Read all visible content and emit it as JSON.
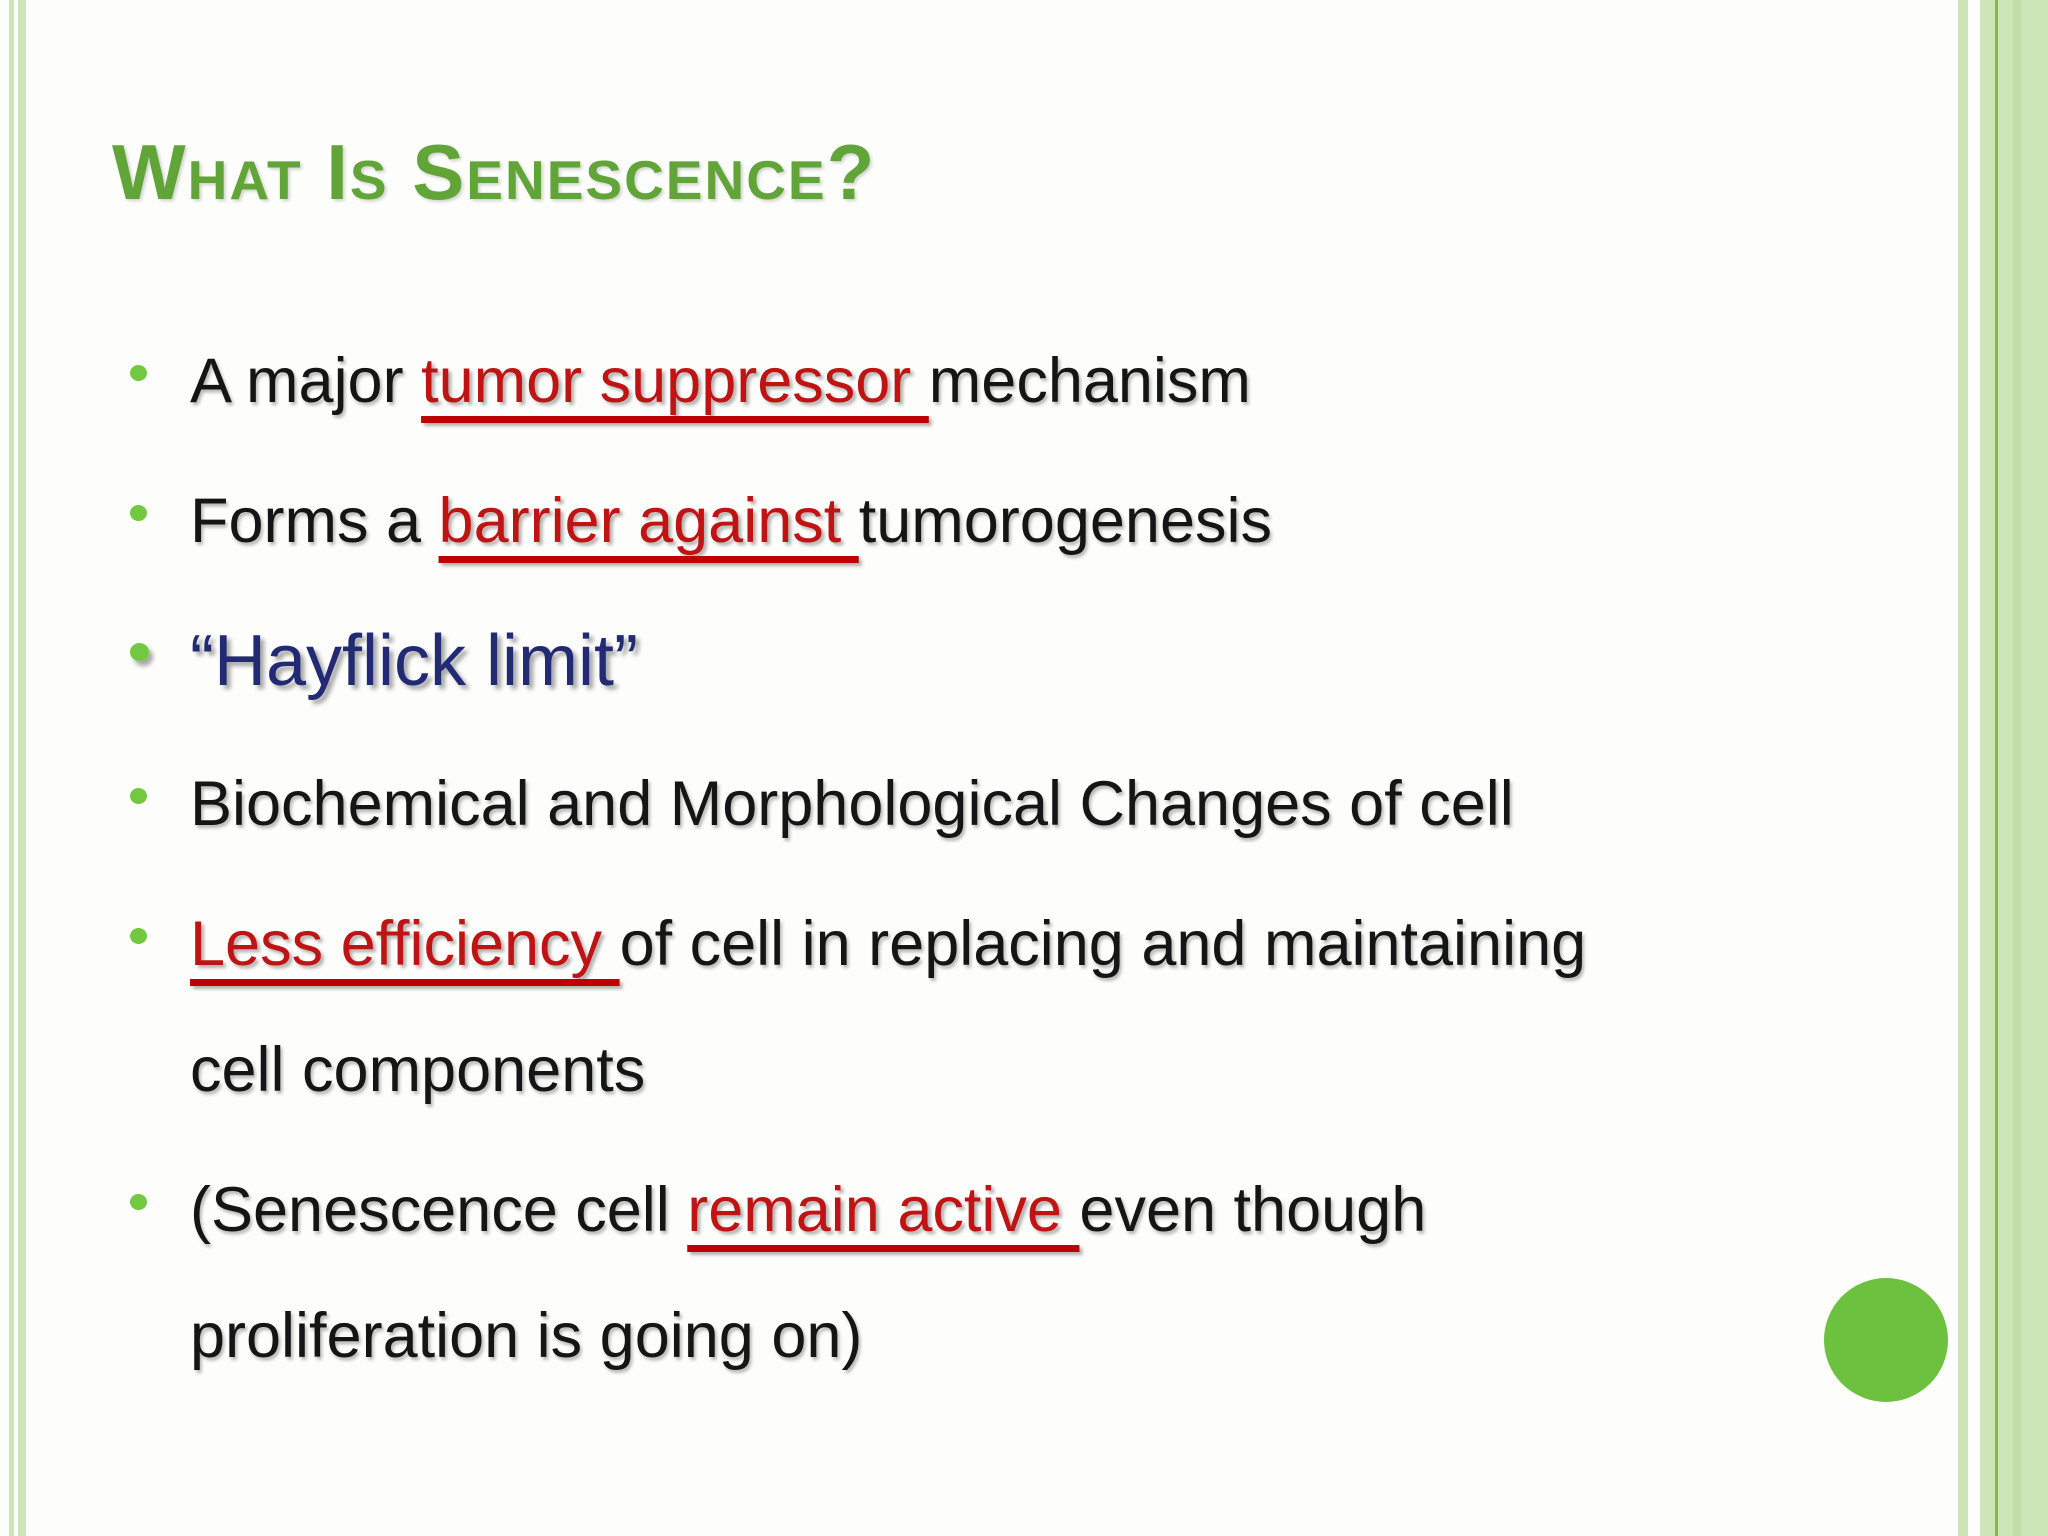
{
  "slide": {
    "title": "What Is Senescence?",
    "bullets": [
      {
        "large": false,
        "lines": [
          [
            {
              "t": "A major ",
              "s": "black"
            },
            {
              "t": "tumor suppressor ",
              "s": "red"
            },
            {
              "t": "mechanism",
              "s": "black"
            }
          ]
        ]
      },
      {
        "large": false,
        "lines": [
          [
            {
              "t": "Forms a ",
              "s": "black"
            },
            {
              "t": "barrier against ",
              "s": "red"
            },
            {
              "t": "tumorogenesis",
              "s": "black"
            }
          ]
        ]
      },
      {
        "large": true,
        "lines": [
          [
            {
              "t": "“Hayflick limit”",
              "s": "navy"
            }
          ]
        ]
      },
      {
        "large": false,
        "lines": [
          [
            {
              "t": "Biochemical and Morphological Changes of cell",
              "s": "black"
            }
          ]
        ]
      },
      {
        "large": false,
        "lines": [
          [
            {
              "t": "Less efficiency ",
              "s": "red"
            },
            {
              "t": "of cell in replacing and maintaining",
              "s": "black"
            }
          ],
          [
            {
              "t": "cell components",
              "s": "black"
            }
          ]
        ]
      },
      {
        "large": false,
        "lines": [
          [
            {
              "t": "(Senescence cell ",
              "s": "black"
            },
            {
              "t": "remain active ",
              "s": "red"
            },
            {
              "t": "even though",
              "s": "black"
            }
          ],
          [
            {
              "t": "proliferation is going on)",
              "s": "black"
            }
          ]
        ]
      }
    ],
    "palette": {
      "title_green": "#61a437",
      "bullet_ring_green": "#72c83e",
      "accent_red": "#c01313",
      "underline_red": "#c00000",
      "navy_blue": "#212a72",
      "body_black": "#151515",
      "border_light_green": "#cbe5b6",
      "border_line_green": "#7cbe4a",
      "circle_green": "#6cc13f",
      "background": "#fdfefc"
    }
  }
}
